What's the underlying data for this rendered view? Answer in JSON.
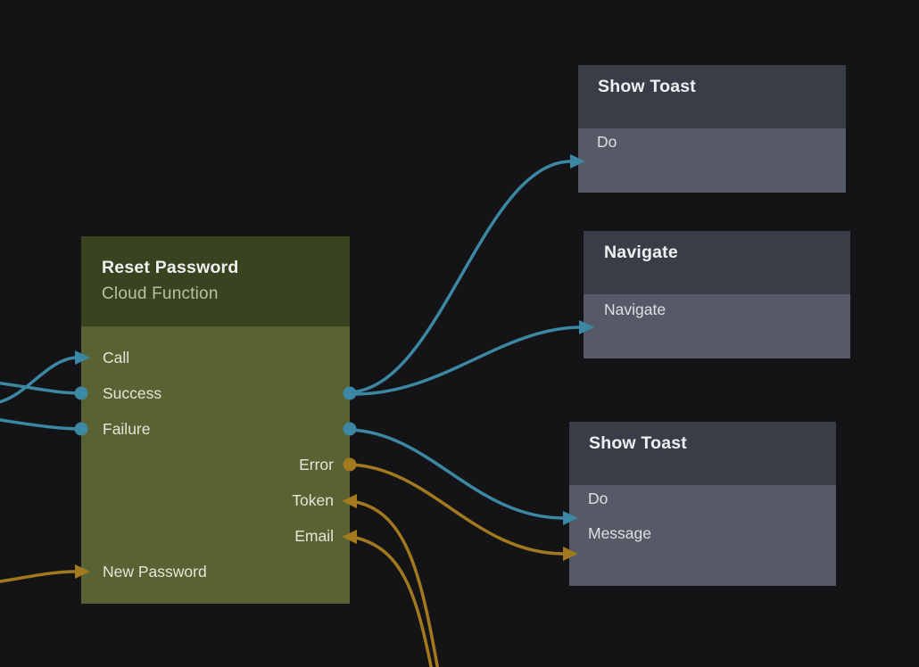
{
  "colors": {
    "background": "#141416",
    "exec_wire": "#3c87a3",
    "data_wire": "#a2791f",
    "function_node_header": "#3a431f",
    "function_node_body": "#596233",
    "action_node_header": "#383d48",
    "action_node_body": "#555a66"
  },
  "nodes": {
    "reset_password": {
      "title": "Reset Password",
      "subtitle": "Cloud Function",
      "ports": {
        "call": {
          "label": "Call",
          "side": "left",
          "connector": "arrow-in",
          "color": "teal"
        },
        "success": {
          "label": "Success",
          "side": "left-and-right",
          "connector": "dot",
          "color": "teal"
        },
        "failure": {
          "label": "Failure",
          "side": "left-and-right",
          "connector": "dot",
          "color": "teal"
        },
        "error": {
          "label": "Error",
          "side": "right",
          "connector": "dot",
          "color": "gold"
        },
        "token": {
          "label": "Token",
          "side": "right",
          "connector": "arrow-in",
          "color": "gold"
        },
        "email": {
          "label": "Email",
          "side": "right",
          "connector": "arrow-in",
          "color": "gold"
        },
        "new_password": {
          "label": "New Password",
          "side": "left",
          "connector": "arrow-in",
          "color": "gold"
        }
      }
    },
    "show_toast_top": {
      "title": "Show Toast",
      "ports": {
        "do": {
          "label": "Do",
          "side": "left",
          "connector": "arrow-in",
          "color": "teal"
        }
      }
    },
    "navigate": {
      "title": "Navigate",
      "ports": {
        "navigate": {
          "label": "Navigate",
          "side": "left",
          "connector": "arrow-in",
          "color": "teal"
        }
      }
    },
    "show_toast_bottom": {
      "title": "Show Toast",
      "ports": {
        "do": {
          "label": "Do",
          "side": "left",
          "connector": "arrow-in",
          "color": "teal"
        },
        "message": {
          "label": "Message",
          "side": "left",
          "connector": "arrow-in",
          "color": "gold"
        }
      }
    }
  },
  "edges": [
    {
      "from": "offscreen-left",
      "to": "reset_password.call",
      "kind": "exec"
    },
    {
      "from": "offscreen-left",
      "to": "reset_password.success",
      "kind": "exec"
    },
    {
      "from": "offscreen-left",
      "to": "reset_password.failure",
      "kind": "exec"
    },
    {
      "from": "offscreen-left",
      "to": "reset_password.new_password",
      "kind": "data"
    },
    {
      "from": "reset_password.success",
      "to": "show_toast_top.do",
      "kind": "exec"
    },
    {
      "from": "reset_password.success",
      "to": "navigate.navigate",
      "kind": "exec"
    },
    {
      "from": "reset_password.failure",
      "to": "show_toast_bottom.do",
      "kind": "exec"
    },
    {
      "from": "reset_password.error",
      "to": "show_toast_bottom.message",
      "kind": "data"
    },
    {
      "from": "offscreen-bottom",
      "to": "reset_password.token",
      "kind": "data"
    },
    {
      "from": "offscreen-bottom",
      "to": "reset_password.email",
      "kind": "data"
    }
  ]
}
